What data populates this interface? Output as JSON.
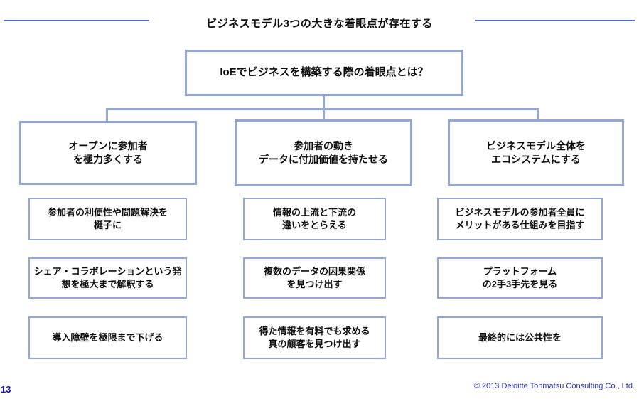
{
  "page": {
    "title": "ビジネスモデル3つの大きな着眼点が存在する",
    "page_number": "13",
    "copyright": "© 2013 Deloitte Tohmatsu Consulting Co., Ltd."
  },
  "diagram": {
    "root": "IoEでビジネスを構築する際の着眼点とは？",
    "columns": [
      {
        "header": "オープンに参加者\nを極力多くする",
        "items": [
          "参加者の利便性や問題解決を\n梃子に",
          "シェア・コラボレーションという発\n想を極大まで解釈する",
          "導入障壁を極限まで下げる"
        ]
      },
      {
        "header": "参加者の動き\nデータに付加価値を持たせる",
        "items": [
          "情報の上流と下流の\n違いをとらえる",
          "複数のデータの因果関係\nを見つけ出す",
          "得た情報を有料でも求める\n真の顧客を見つけ出す"
        ]
      },
      {
        "header": "ビジネスモデル全体を\nエコシステムにする",
        "items": [
          "ビジネスモデルの参加者全員に\nメリットがある仕組みを目指す",
          "プラットフォーム\nの2手3手先を見る",
          "最終的には公共性を"
        ]
      }
    ]
  },
  "colors": {
    "box_border": "#93a6d4",
    "connector": "#93a6d4",
    "title_rule": "#4d6cc0",
    "footer_blue": "#2832aa",
    "page_number_blue": "#1c1c9c",
    "text": "#0d0d0d",
    "background": "#ffffff"
  }
}
